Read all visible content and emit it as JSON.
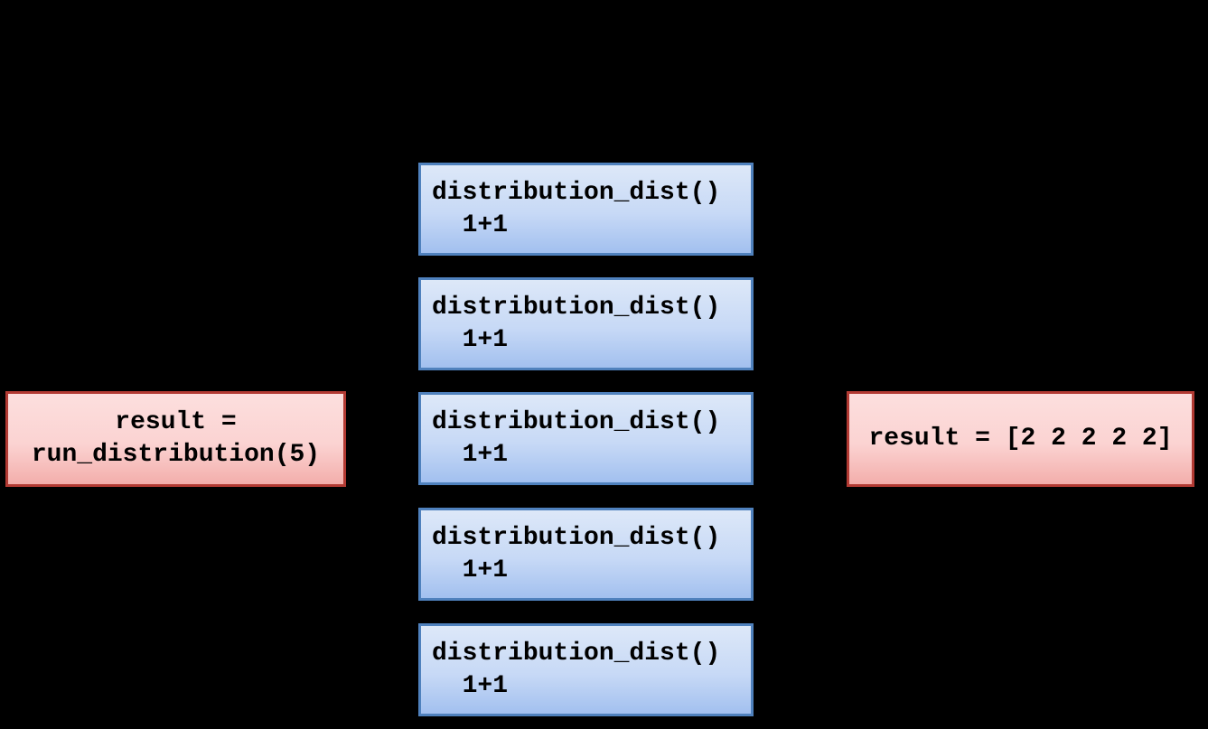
{
  "diagram": {
    "caller_box": {
      "line1": "result =",
      "line2": "run_distribution(5)"
    },
    "task_boxes": [
      {
        "header": "distribution_dist()",
        "body": "1+1"
      },
      {
        "header": "distribution_dist()",
        "body": "1+1"
      },
      {
        "header": "distribution_dist()",
        "body": "1+1"
      },
      {
        "header": "distribution_dist()",
        "body": "1+1"
      },
      {
        "header": "distribution_dist()",
        "body": "1+1"
      }
    ],
    "result_box": {
      "text": "result = [2 2 2 2 2]"
    },
    "colors": {
      "background": "#000000",
      "task_border": "#4f81bd",
      "task_fill_top": "#dde8f8",
      "task_fill_bottom": "#a2c0ef",
      "caller_border": "#b23a33",
      "caller_fill_top": "#fcdfde",
      "caller_fill_bottom": "#f3aeab",
      "text": "#000000"
    }
  }
}
